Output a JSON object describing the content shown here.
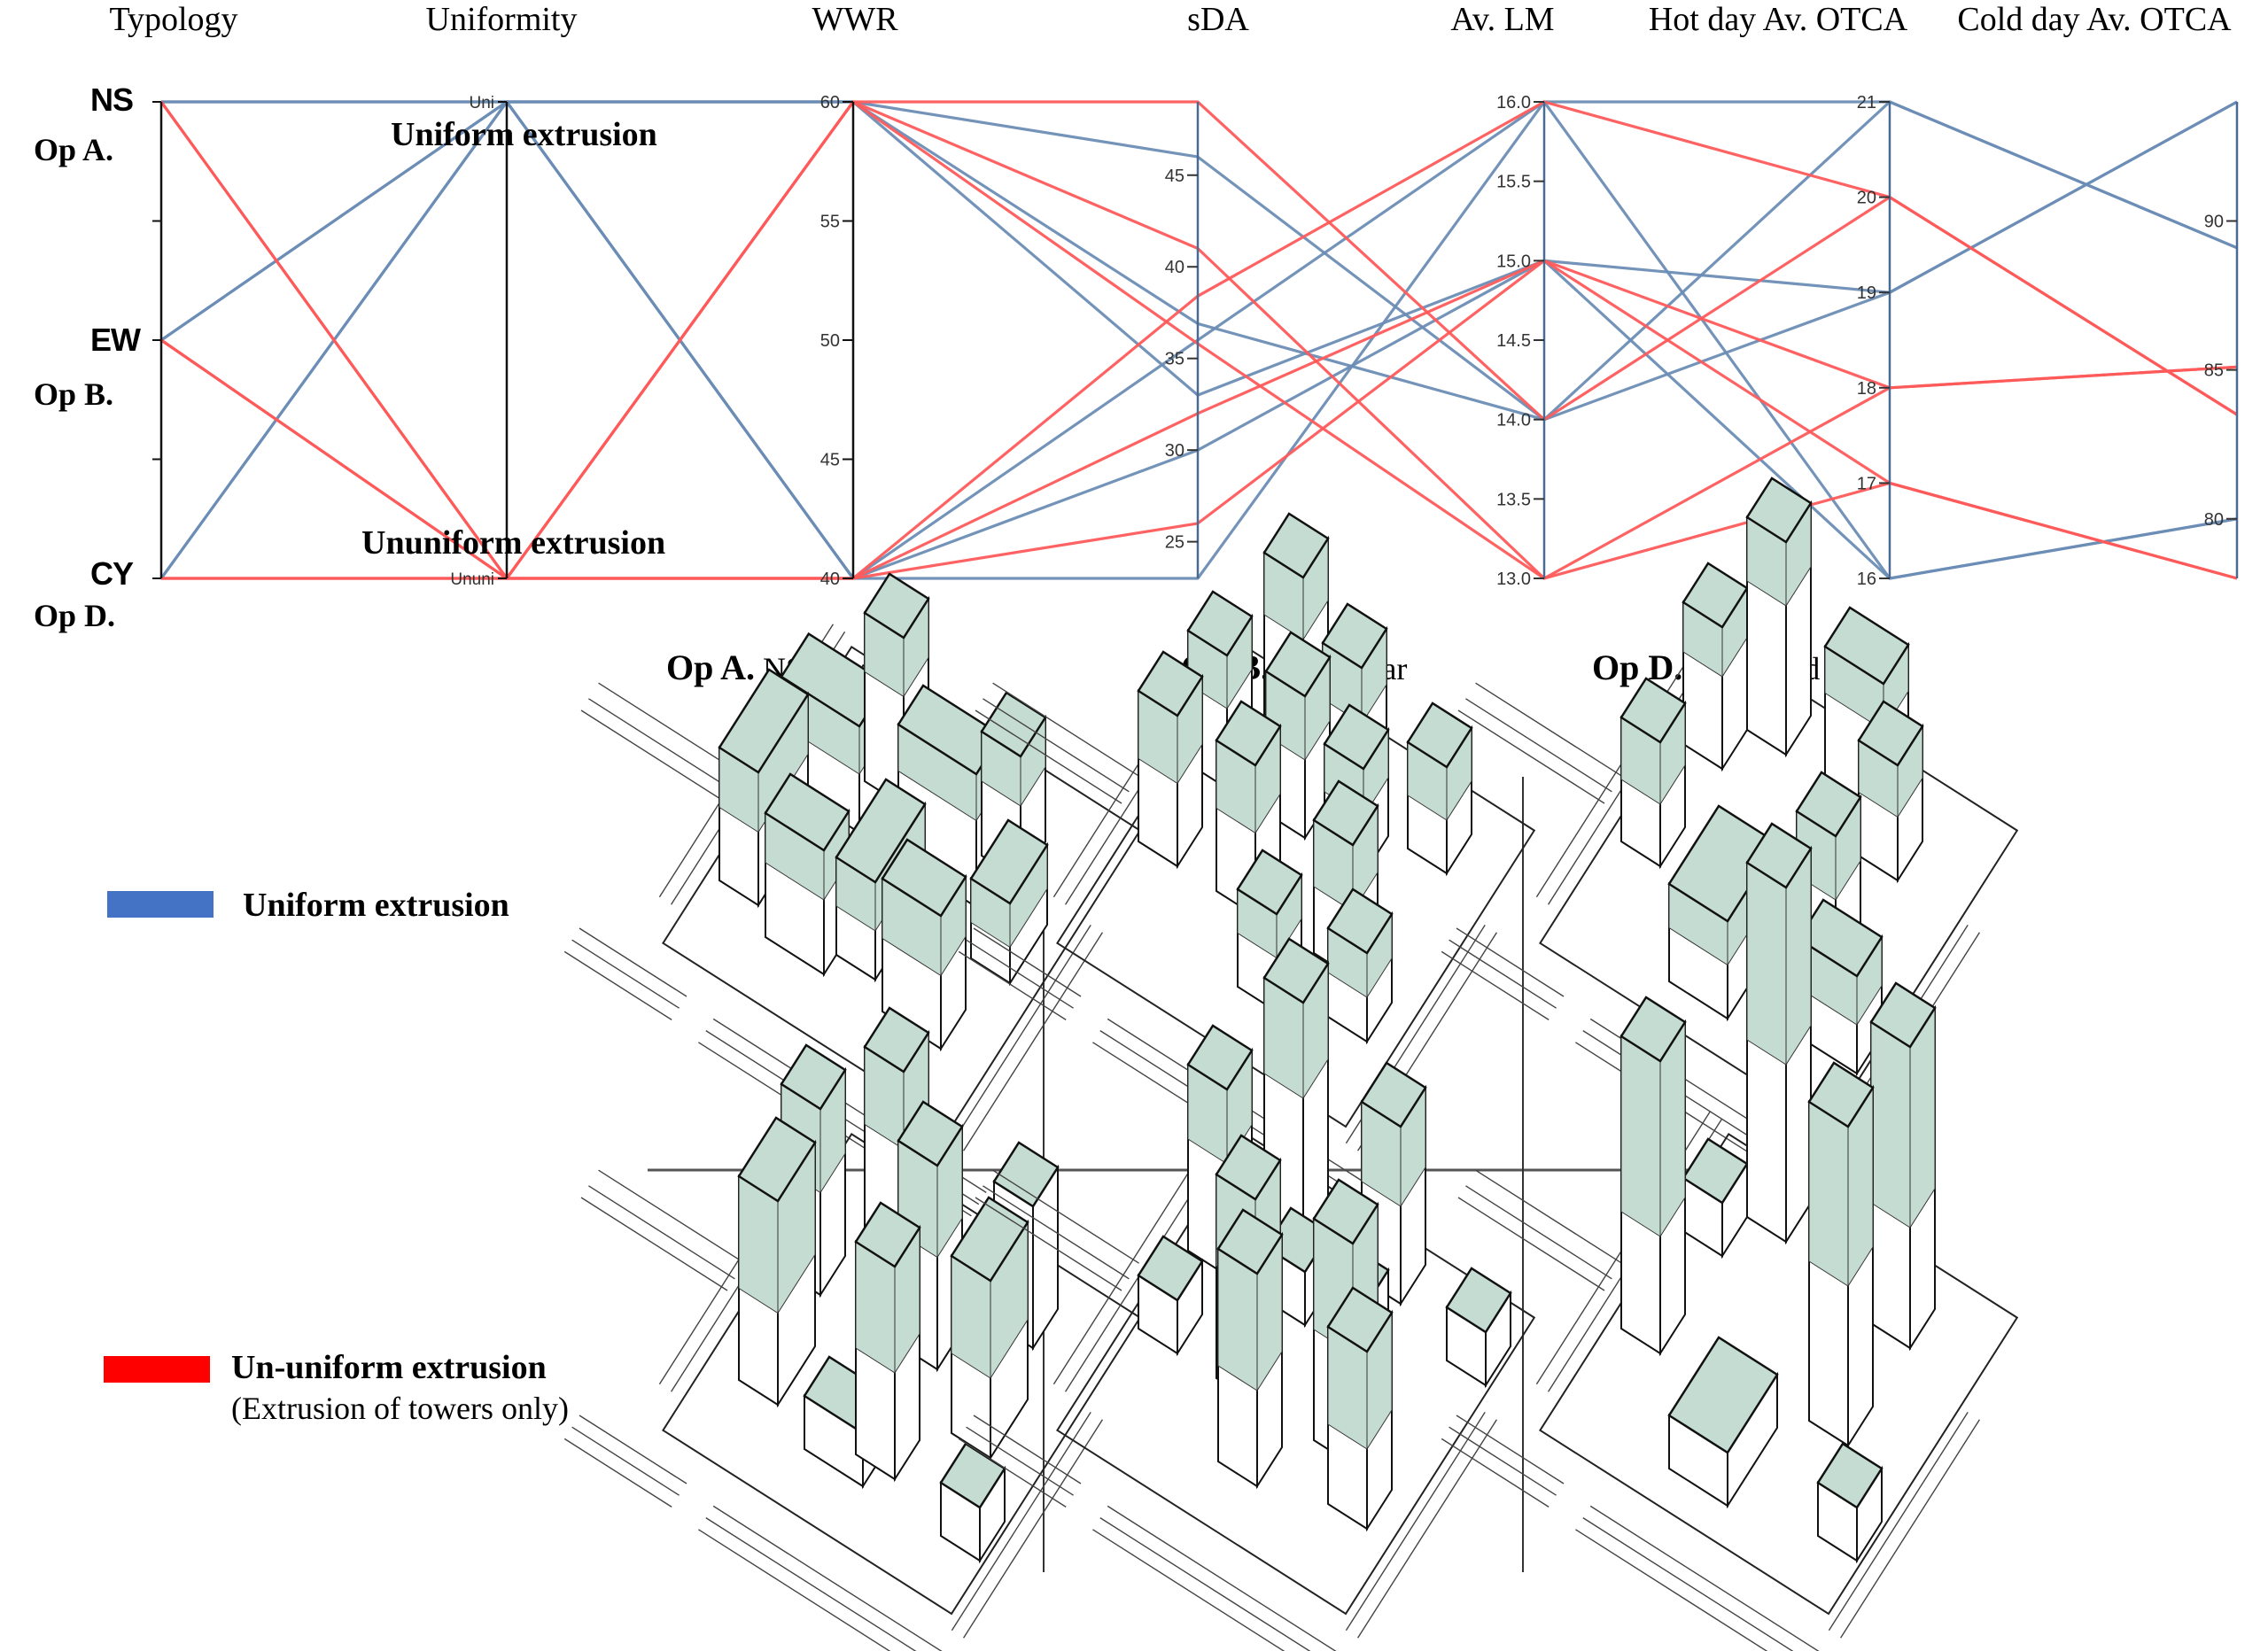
{
  "chart_data": {
    "type": "parallel-coordinates",
    "title": "",
    "axes": [
      {
        "key": "typology",
        "label": "Typology",
        "kind": "categorical",
        "categories": [
          "NS",
          "EW",
          "CY"
        ],
        "ticks": [
          "NS",
          "",
          "EW",
          "",
          "CY"
        ]
      },
      {
        "key": "uniformity",
        "label": "Uniformity",
        "kind": "categorical",
        "categories": [
          "Uni",
          "Ununi"
        ],
        "ticks": [
          "Uni",
          "Ununi"
        ]
      },
      {
        "key": "wwr",
        "label": "WWR",
        "kind": "numeric",
        "range": [
          40,
          60
        ],
        "ticks": [
          40,
          45,
          50,
          55,
          60
        ]
      },
      {
        "key": "sda",
        "label": "sDA",
        "kind": "numeric",
        "range": [
          23,
          49
        ],
        "ticks": [
          25,
          30,
          35,
          40,
          45
        ]
      },
      {
        "key": "av_lm",
        "label": "Av. LM",
        "kind": "numeric",
        "range": [
          13.0,
          16.0
        ],
        "ticks": [
          "13.0",
          "13.5",
          "14.0",
          "14.5",
          "15.0",
          "15.5",
          "16.0"
        ]
      },
      {
        "key": "hot_otca",
        "label": "Hot day Av. OTCA",
        "kind": "numeric",
        "range": [
          16,
          21
        ],
        "ticks": [
          16,
          17,
          18,
          19,
          20,
          21
        ]
      },
      {
        "key": "cold_otca",
        "label": "Cold day Av. OTCA",
        "kind": "numeric",
        "range": [
          78,
          94
        ],
        "ticks": [
          80,
          85,
          90
        ]
      }
    ],
    "series_colors": {
      "Uni": "#6B8DB5",
      "Ununi": "#FF5A5A"
    },
    "records": [
      {
        "typology": "NS",
        "uniformity": "Uni",
        "wwr": 60,
        "sda": 46.0,
        "av_lm": 14.0,
        "hot_otca": 21,
        "cold_otca": 89.1
      },
      {
        "typology": "NS",
        "uniformity": "Uni",
        "wwr": 40,
        "sda": 36.0,
        "av_lm": 16.0,
        "hot_otca": 21,
        "cold_otca": 89.1
      },
      {
        "typology": "EW",
        "uniformity": "Uni",
        "wwr": 60,
        "sda": 36.9,
        "av_lm": 14.0,
        "hot_otca": 19,
        "cold_otca": 94.0
      },
      {
        "typology": "EW",
        "uniformity": "Uni",
        "wwr": 40,
        "sda": 30.0,
        "av_lm": 15.0,
        "hot_otca": 19,
        "cold_otca": 94.0
      },
      {
        "typology": "CY",
        "uniformity": "Uni",
        "wwr": 60,
        "sda": 33.0,
        "av_lm": 15.0,
        "hot_otca": 16,
        "cold_otca": 80.0
      },
      {
        "typology": "CY",
        "uniformity": "Uni",
        "wwr": 40,
        "sda": 23.0,
        "av_lm": 16.0,
        "hot_otca": 16,
        "cold_otca": 80.0
      },
      {
        "typology": "NS",
        "uniformity": "Ununi",
        "wwr": 60,
        "sda": 49.0,
        "av_lm": 14.0,
        "hot_otca": 20,
        "cold_otca": 83.5
      },
      {
        "typology": "NS",
        "uniformity": "Ununi",
        "wwr": 40,
        "sda": 38.4,
        "av_lm": 16.0,
        "hot_otca": 20,
        "cold_otca": 83.5
      },
      {
        "typology": "EW",
        "uniformity": "Ununi",
        "wwr": 60,
        "sda": 41.0,
        "av_lm": 13.0,
        "hot_otca": 18,
        "cold_otca": 85.1
      },
      {
        "typology": "EW",
        "uniformity": "Ununi",
        "wwr": 40,
        "sda": 32.0,
        "av_lm": 15.0,
        "hot_otca": 18,
        "cold_otca": 85.1
      },
      {
        "typology": "CY",
        "uniformity": "Ununi",
        "wwr": 60,
        "sda": 35.8,
        "av_lm": 13.0,
        "hot_otca": 17,
        "cold_otca": 78.0
      },
      {
        "typology": "CY",
        "uniformity": "Ununi",
        "wwr": 40,
        "sda": 26.0,
        "av_lm": 15.0,
        "hot_otca": 17,
        "cold_otca": 78.0
      }
    ],
    "annotations": {
      "uniform_top": "Uniform extrusion",
      "ununiform_bottom": "Ununiform extrusion"
    },
    "grid": false
  },
  "typology_labels": {
    "ns": "NS",
    "ew": "EW",
    "cy": "CY",
    "op_a": "Op A.",
    "op_b": "Op B.",
    "op_d": "Op D."
  },
  "panels": [
    {
      "op": "Op A.",
      "name": "NS linear"
    },
    {
      "op": "Op B.",
      "name": "EW linear"
    },
    {
      "op": "Op D.",
      "name": "Courtyard block"
    }
  ],
  "legend": {
    "uniform": {
      "label": "Uniform extrusion",
      "color": "#4472C4"
    },
    "ununiform": {
      "label": "Un-uniform extrusion",
      "sublabel": "(Extrusion of towers only)",
      "color": "#FF0000"
    }
  },
  "colors": {
    "roof_green": "#C5DCD2",
    "axis_blue": "#4A6A94"
  }
}
